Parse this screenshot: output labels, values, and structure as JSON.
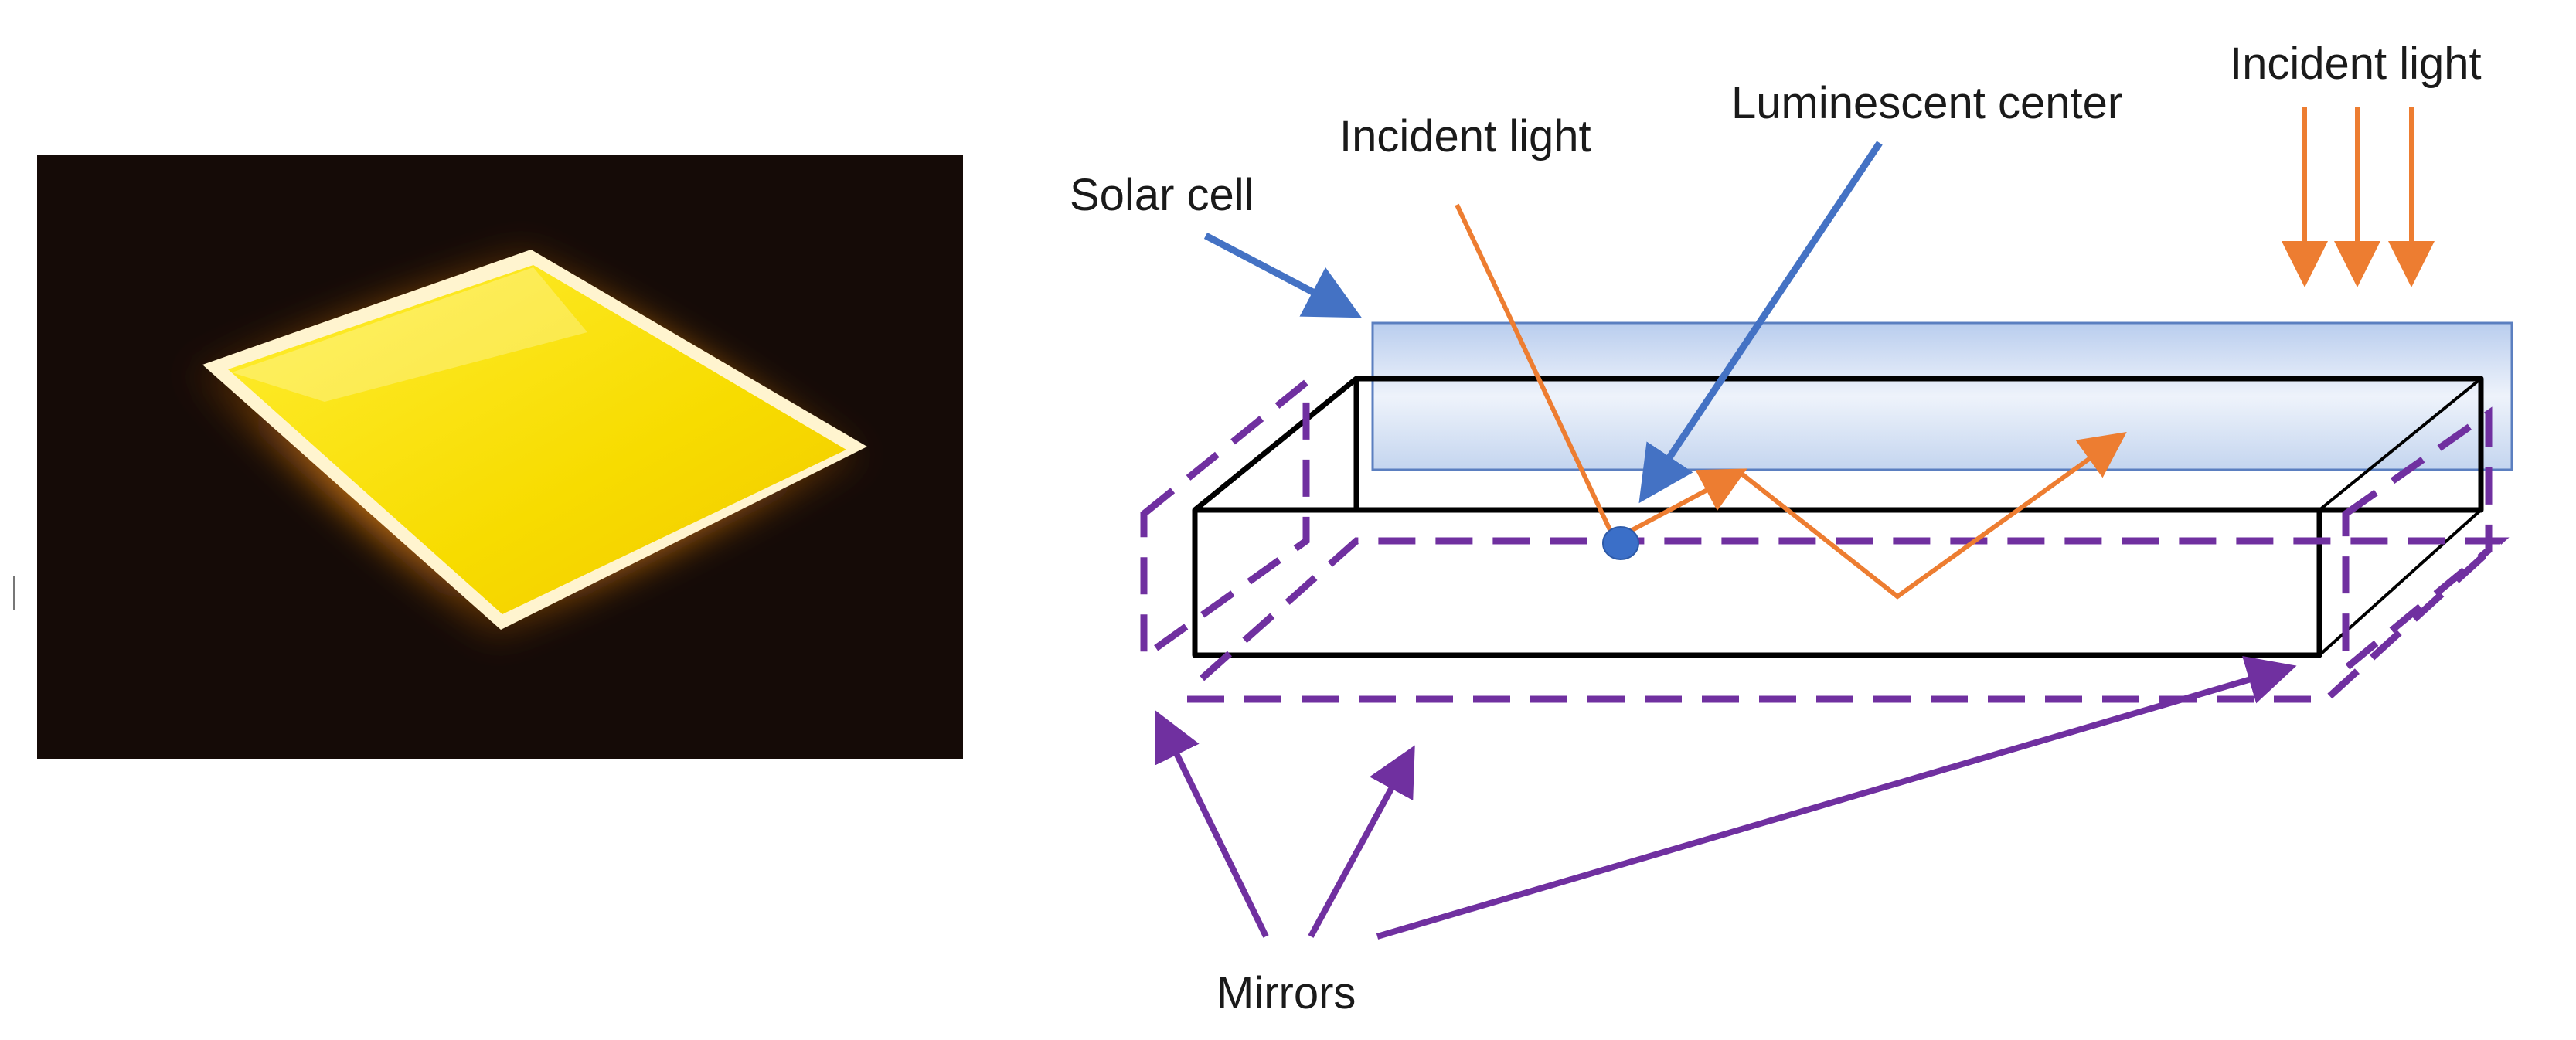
{
  "labels": {
    "incident_light_top": "Incident light",
    "incident_light": "Incident light",
    "luminescent_center": "Luminescent center",
    "solar_cell": "Solar cell",
    "mirrors": "Mirrors"
  },
  "colors": {
    "photo_background": "#150b07",
    "photo_glow": "#f39a1f",
    "slab_face": "#f8e100",
    "slab_edge": "#fff7d8",
    "light_ray": "#ed7d31",
    "solar_cell_pointer": "#4472c4",
    "solar_cell_fill": "#c9d8f0",
    "solar_cell_border": "#5b7fc0",
    "guide_outline": "#000000",
    "mirror": "#7030a0",
    "luminescent_center_dot": "#3b6fc8"
  },
  "icons": {
    "photo": "glowing-luminescent-slab-photo"
  }
}
